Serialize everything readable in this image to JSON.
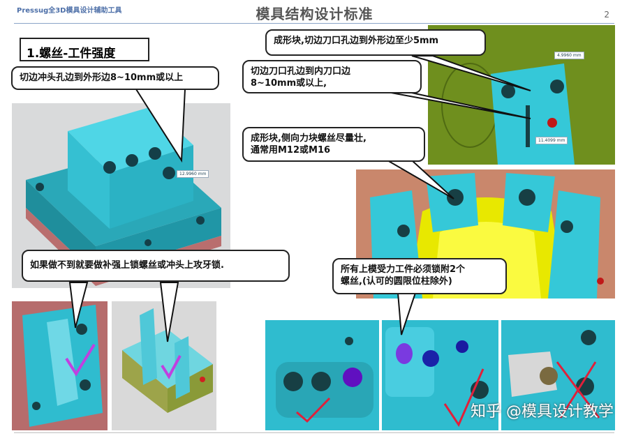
{
  "brand": "Pressug全3D模具设计辅助工具",
  "title": "模具结构设计标准",
  "page_number": "2",
  "section_title": "1.螺丝-工件强度",
  "callouts": {
    "punch_hole": "切边冲头孔边到外形边8~10mm或以上",
    "forming_block_5mm": "成形块,切边刀口孔边到外形边至少5mm",
    "cutter_edge_line1": "切边刀口孔边到内刀口边",
    "cutter_edge_line2": "8~10mm或以上,",
    "side_force_line1": "成形块,侧向力块螺丝尽量壮,",
    "side_force_line2": "通常用M12或M16",
    "reinforce": "如果做不到就要做补强上锁螺丝或冲头上攻牙锁.",
    "upper_die_line1": "所有上模受力工件必须锁附2个",
    "upper_die_line2": "螺丝,(认可的圆限位柱除外)"
  },
  "measurements": {
    "left_model": "12.9960 mm",
    "top_right_1": "4.9960 mm",
    "top_right_2": "11.4099 mm"
  },
  "watermark": "知乎 @模具设计教学",
  "colors": {
    "cyan": "#35c8d8",
    "yellow": "#e8e800",
    "olive": "#6f8f1e",
    "red_plate": "#b86a6a",
    "check_red": "#e0203a",
    "check_magenta": "#c040e0"
  }
}
